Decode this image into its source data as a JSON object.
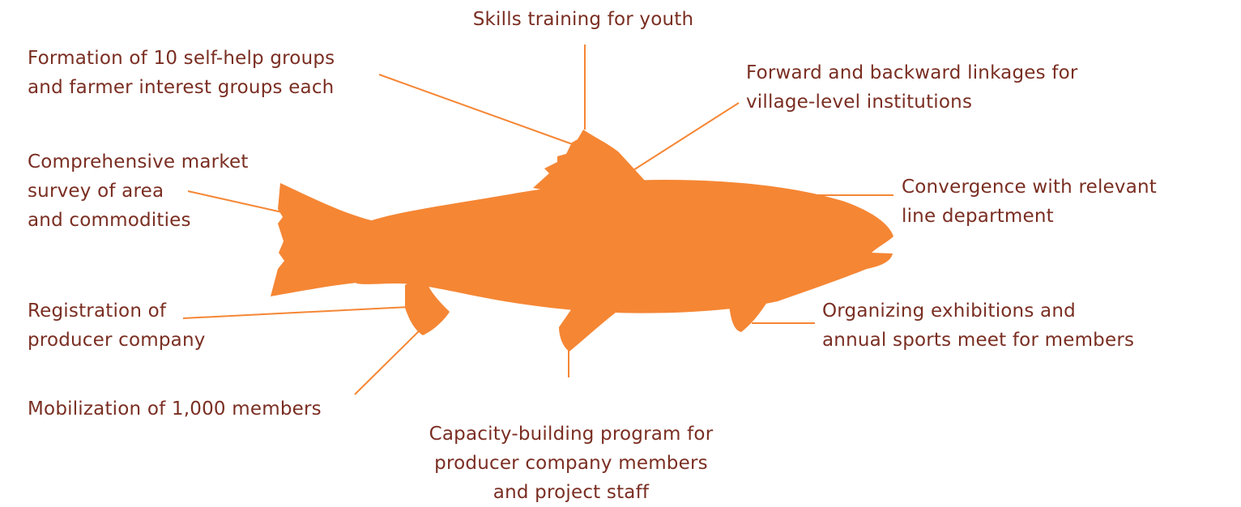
{
  "colors": {
    "fish": "#f58634",
    "connector": "#f58634",
    "text": "#7a2e22",
    "background": "#ffffff"
  },
  "labels": {
    "skills": [
      "Skills training for youth"
    ],
    "formation": [
      "Formation of 10 self-help groups",
      "and farmer interest groups each"
    ],
    "forward": [
      "Forward and backward linkages for",
      "village-level institutions"
    ],
    "market": [
      "Comprehensive market",
      "survey of area",
      "and commodities"
    ],
    "convergence": [
      "Convergence with relevant",
      "line department"
    ],
    "registration": [
      "Registration of",
      "producer company"
    ],
    "exhibitions": [
      "Organizing exhibitions and",
      "annual sports meet for members"
    ],
    "mobilization": [
      "Mobilization of 1,000 members"
    ],
    "capacity": [
      "Capacity-building program for",
      "producer company members",
      "and project staff"
    ]
  }
}
